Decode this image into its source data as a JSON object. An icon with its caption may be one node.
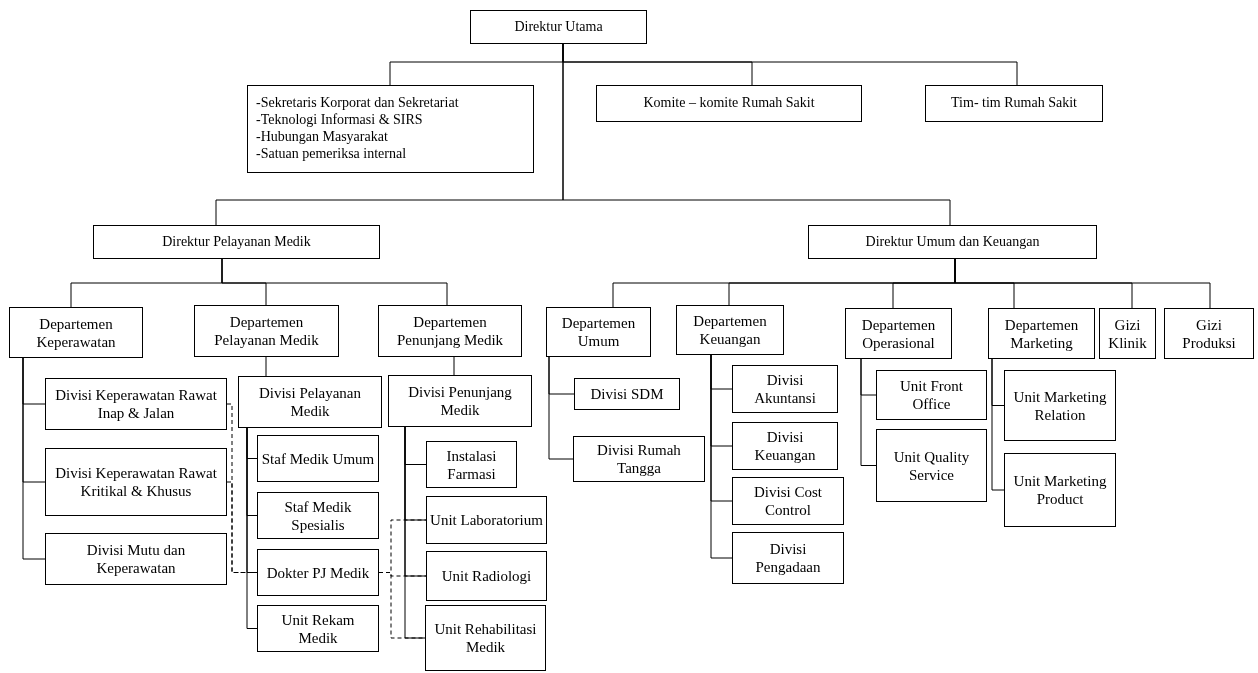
{
  "diagram": {
    "nodes": [
      {
        "text": [
          "Direktur Utama"
        ]
      },
      {
        "text": [
          "-Sekretaris Korporat dan Sekretariat",
          "-Teknologi Informasi & SIRS",
          "-Hubungan Masyarakat",
          "-Satuan pemeriksa internal"
        ]
      },
      {
        "text": [
          "Komite – komite Rumah Sakit"
        ]
      },
      {
        "text": [
          "Tim- tim Rumah Sakit"
        ]
      },
      {
        "text": [
          "Direktur Pelayanan Medik"
        ]
      },
      {
        "text": [
          "Direktur Umum dan Keuangan"
        ]
      },
      {
        "text": [
          "Departemen Keperawatan"
        ]
      },
      {
        "text": [
          "Departemen Pelayanan Medik"
        ]
      },
      {
        "text": [
          "Departemen Penunjang Medik"
        ]
      },
      {
        "text": [
          "Departemen Umum"
        ]
      },
      {
        "text": [
          "Departemen Keuangan"
        ]
      },
      {
        "text": [
          "Departemen Operasional"
        ]
      },
      {
        "text": [
          "Departemen Marketing"
        ]
      },
      {
        "text": [
          "Gizi Klinik"
        ]
      },
      {
        "text": [
          "Gizi Produksi"
        ]
      },
      {
        "text": [
          "Divisi Keperawatan Rawat Inap & Jalan"
        ]
      },
      {
        "text": [
          "Divisi Keperawatan Rawat Kritikal & Khusus"
        ]
      },
      {
        "text": [
          "Divisi Mutu dan Keperawatan"
        ]
      },
      {
        "text": [
          "Divisi Pelayanan Medik"
        ]
      },
      {
        "text": [
          "Staf Medik Umum"
        ]
      },
      {
        "text": [
          "Staf Medik Spesialis"
        ]
      },
      {
        "text": [
          "Dokter PJ Medik"
        ]
      },
      {
        "text": [
          "Unit Rekam Medik"
        ]
      },
      {
        "text": [
          "Divisi Penunjang Medik"
        ]
      },
      {
        "text": [
          "Instalasi Farmasi"
        ]
      },
      {
        "text": [
          "Unit Laboratorium"
        ]
      },
      {
        "text": [
          "Unit Radiologi"
        ]
      },
      {
        "text": [
          "Unit Rehabilitasi Medik"
        ]
      },
      {
        "text": [
          "Divisi SDM"
        ]
      },
      {
        "text": [
          "Divisi Rumah Tangga"
        ]
      },
      {
        "text": [
          "Divisi Akuntansi"
        ]
      },
      {
        "text": [
          "Divisi Keuangan"
        ]
      },
      {
        "text": [
          "Divisi Cost Control"
        ]
      },
      {
        "text": [
          "Divisi Pengadaan"
        ]
      },
      {
        "text": [
          "Unit Front Office"
        ]
      },
      {
        "text": [
          "Unit Quality Service"
        ]
      },
      {
        "text": [
          "Unit Marketing Relation"
        ]
      },
      {
        "text": [
          "Unit Marketing Product"
        ]
      }
    ],
    "edges": [
      {
        "from": 0,
        "to": 1,
        "arrow": "none"
      },
      {
        "from": 0,
        "to": 2,
        "arrow": "none"
      },
      {
        "from": 0,
        "to": 3,
        "arrow": "none"
      },
      {
        "from": 0,
        "to": 4,
        "arrow": "none"
      },
      {
        "from": 0,
        "to": 5,
        "arrow": "none"
      },
      {
        "from": 4,
        "to": 6,
        "arrow": "none"
      },
      {
        "from": 4,
        "to": 7,
        "arrow": "none"
      },
      {
        "from": 4,
        "to": 8,
        "arrow": "none"
      },
      {
        "from": 5,
        "to": 9,
        "arrow": "none"
      },
      {
        "from": 5,
        "to": 10,
        "arrow": "none"
      },
      {
        "from": 5,
        "to": 11,
        "arrow": "none"
      },
      {
        "from": 5,
        "to": 12,
        "arrow": "none"
      },
      {
        "from": 5,
        "to": 13,
        "arrow": "none"
      },
      {
        "from": 5,
        "to": 14,
        "arrow": "none"
      },
      {
        "from": 6,
        "to": 15,
        "arrow": "none"
      },
      {
        "from": 6,
        "to": 16,
        "arrow": "none"
      },
      {
        "from": 6,
        "to": 17,
        "arrow": "none"
      },
      {
        "from": 7,
        "to": 18,
        "arrow": "none"
      },
      {
        "from": 18,
        "to": 19,
        "arrow": "none"
      },
      {
        "from": 18,
        "to": 20,
        "arrow": "none"
      },
      {
        "from": 18,
        "to": 21,
        "arrow": "none"
      },
      {
        "from": 18,
        "to": 22,
        "arrow": "none"
      },
      {
        "from": 8,
        "to": 23,
        "arrow": "none"
      },
      {
        "from": 23,
        "to": 24,
        "arrow": "none"
      },
      {
        "from": 23,
        "to": 25,
        "arrow": "none"
      },
      {
        "from": 23,
        "to": 26,
        "arrow": "none"
      },
      {
        "from": 23,
        "to": 27,
        "arrow": "none"
      },
      {
        "from": 9,
        "to": 28,
        "arrow": "none"
      },
      {
        "from": 9,
        "to": 29,
        "arrow": "none"
      },
      {
        "from": 10,
        "to": 30,
        "arrow": "none"
      },
      {
        "from": 10,
        "to": 31,
        "arrow": "none"
      },
      {
        "from": 10,
        "to": 32,
        "arrow": "none"
      },
      {
        "from": 10,
        "to": 33,
        "arrow": "none"
      },
      {
        "from": 11,
        "to": 34,
        "arrow": "none"
      },
      {
        "from": 11,
        "to": 35,
        "arrow": "none"
      },
      {
        "from": 12,
        "to": 36,
        "arrow": "none"
      },
      {
        "from": 12,
        "to": 37,
        "arrow": "none"
      },
      {
        "from": 15,
        "to": 21,
        "arrow": "none",
        "style": "dashed"
      },
      {
        "from": 16,
        "to": 21,
        "arrow": "none",
        "style": "dashed"
      },
      {
        "from": 21,
        "to": 25,
        "arrow": "none",
        "style": "dashed"
      },
      {
        "from": 21,
        "to": 26,
        "arrow": "none",
        "style": "dashed"
      },
      {
        "from": 21,
        "to": 27,
        "arrow": "none",
        "style": "dashed"
      }
    ]
  }
}
